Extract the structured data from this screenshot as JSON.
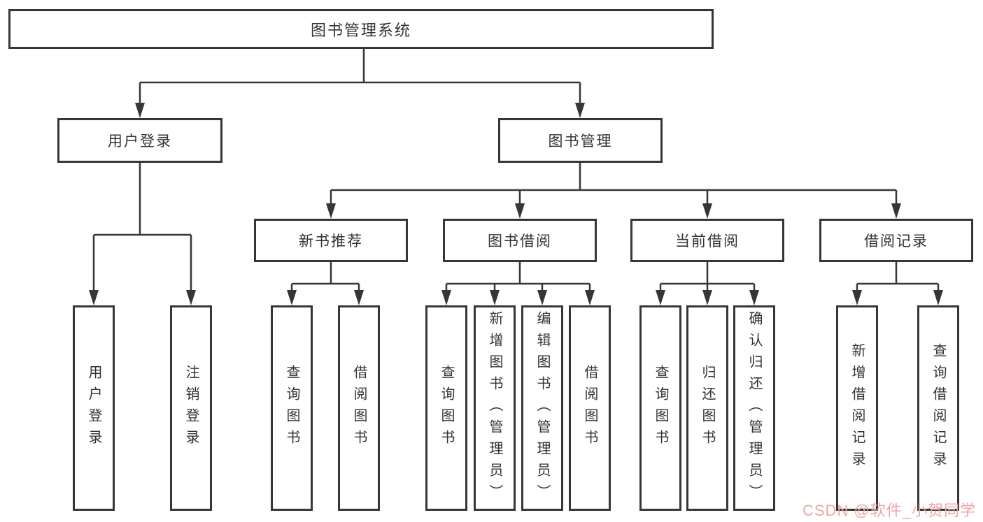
{
  "tree": {
    "label": "图书管理系统",
    "children": [
      {
        "label": "用户登录",
        "children": [
          {
            "label": "用户登录"
          },
          {
            "label": "注销登录"
          }
        ]
      },
      {
        "label": "图书管理",
        "children": [
          {
            "label": "新书推荐",
            "children": [
              {
                "label": "查询图书"
              },
              {
                "label": "借阅图书"
              }
            ]
          },
          {
            "label": "图书借阅",
            "children": [
              {
                "label": "查询图书"
              },
              {
                "label": "新增图书（管理员）"
              },
              {
                "label": "编辑图书（管理员）"
              },
              {
                "label": "借阅图书"
              }
            ]
          },
          {
            "label": "当前借阅",
            "children": [
              {
                "label": "查询图书"
              },
              {
                "label": "归还图书"
              },
              {
                "label": "确认归还（管理员）"
              }
            ]
          },
          {
            "label": "借阅记录",
            "children": [
              {
                "label": "新增借阅记录"
              },
              {
                "label": "查询借阅记录"
              }
            ]
          }
        ]
      }
    ]
  },
  "watermark": {
    "text": "CSDN @软件_小贺同学",
    "color": "#eda6a6"
  },
  "colors": {
    "line": "#363636",
    "text": "#333333",
    "background": "#ffffff"
  }
}
